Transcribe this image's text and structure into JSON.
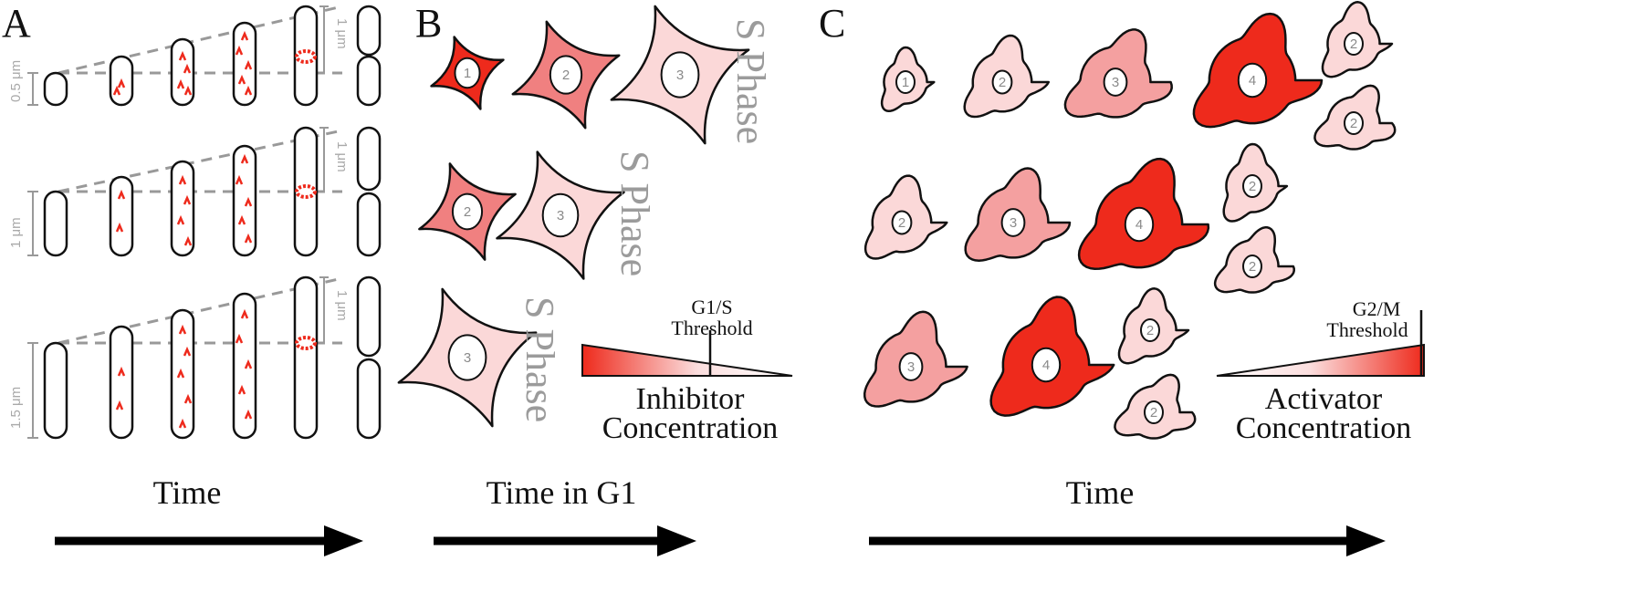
{
  "panels": {
    "a": {
      "letter": "A",
      "rows": [
        {
          "start_label": "0.5 μm",
          "end_label": "1 μm"
        },
        {
          "start_label": "1 μm",
          "end_label": "1 μm"
        },
        {
          "start_label": "1.5 μm",
          "end_label": "1 μm"
        }
      ],
      "axis_label": "Time"
    },
    "b": {
      "letter": "B",
      "cells_row1": [
        "1",
        "2",
        "3"
      ],
      "cells_row2": [
        "2",
        "3"
      ],
      "cells_row3": [
        "3"
      ],
      "phase_label": "S Phase",
      "threshold_label_line1": "G1/S",
      "threshold_label_line2": "Threshold",
      "concentration_line1": "Inhibitor",
      "concentration_line2": "Concentration",
      "axis_label": "Time in G1"
    },
    "c": {
      "letter": "C",
      "cells_row1": [
        "1",
        "2",
        "3",
        "4"
      ],
      "daughters_row1": [
        "2",
        "2"
      ],
      "cells_row2": [
        "2",
        "3",
        "4"
      ],
      "daughters_row2": [
        "2",
        "2"
      ],
      "cells_row3": [
        "3",
        "4"
      ],
      "daughters_row3": [
        "2",
        "2"
      ],
      "threshold_label_line1": "G2/M",
      "threshold_label_line2": "Threshold",
      "concentration_line1": "Activator",
      "concentration_line2": "Concentration",
      "axis_label": "Time"
    }
  },
  "colors": {
    "red": "#ee2a1c",
    "medium": "#f08080",
    "light": "#fbd8d8",
    "mid_light": "#f4a0a0",
    "dashed": "#999999",
    "outline": "#111111"
  }
}
